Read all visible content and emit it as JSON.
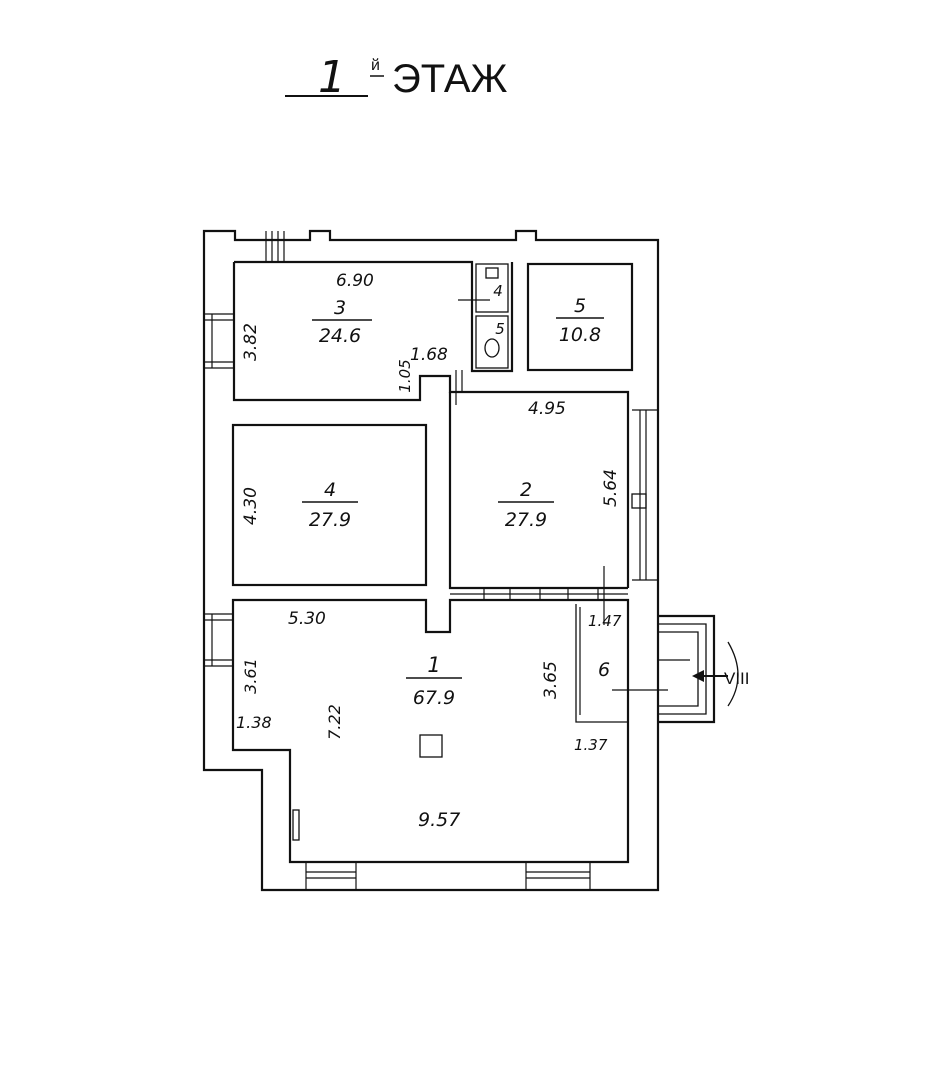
{
  "title": {
    "number": "1",
    "suffix": "й",
    "word": "ЭТАЖ"
  },
  "rooms": [
    {
      "id": "room-1",
      "number": "1",
      "area": "67.9"
    },
    {
      "id": "room-2",
      "number": "2",
      "area": "27.9"
    },
    {
      "id": "room-3",
      "number": "3",
      "area": "24.6"
    },
    {
      "id": "room-4",
      "number": "4",
      "area": "27.9"
    },
    {
      "id": "room-5",
      "number": "5",
      "area": "10.8"
    },
    {
      "id": "room-6",
      "number": "6"
    },
    {
      "id": "wc-4",
      "number": "4"
    },
    {
      "id": "wc-5",
      "number": "5"
    }
  ],
  "dimensions": {
    "room3_width": "6.90",
    "room3_height": "3.82",
    "room3_opening": "1.05",
    "corridor_width": "1.68",
    "room2_width": "4.95",
    "room2_height": "5.64",
    "room4_height": "4.30",
    "room1_top": "5.30",
    "room1_left_upper": "3.61",
    "room1_left_lower": "1.38",
    "room1_left_full": "7.22",
    "room1_right": "3.65",
    "room1_bottom": "9.57",
    "room6_top": "1.47",
    "room6_bottom": "1.37"
  },
  "entrance_label": "VIII"
}
